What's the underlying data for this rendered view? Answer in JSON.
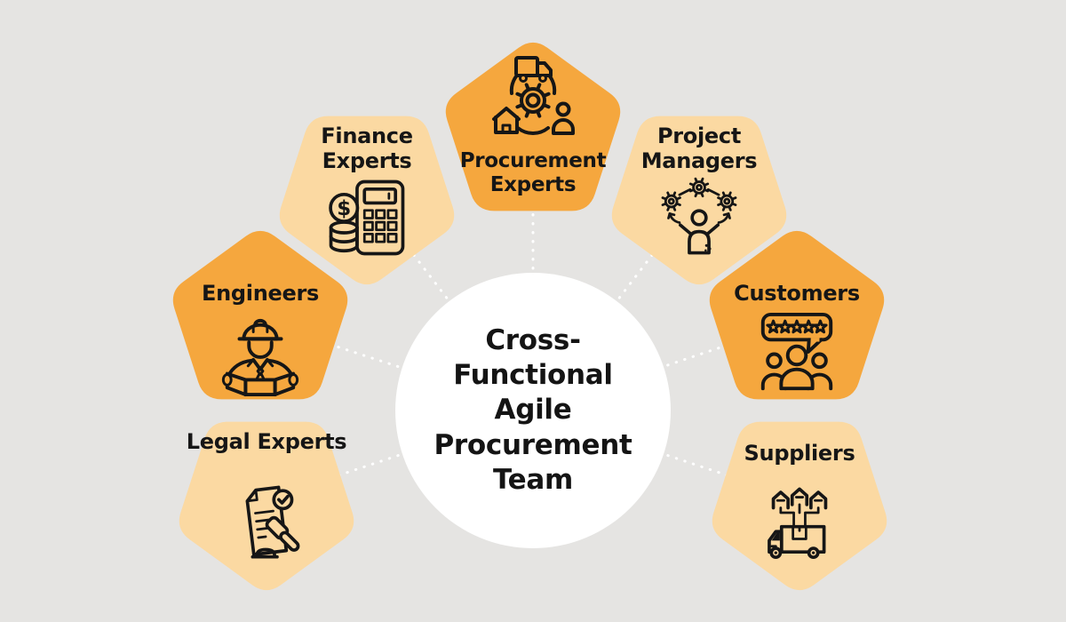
{
  "center": {
    "title_lines": {
      "l1": "Cross-",
      "l2": "Functional",
      "l3": "Agile",
      "l4": "Procurement",
      "l5": "Team"
    }
  },
  "nodes": {
    "finance": {
      "label": "Finance Experts",
      "icon": "calculator-coins-icon",
      "tone": "light"
    },
    "procurement": {
      "label": "Procurement Experts",
      "icon": "supply-chain-cycle-icon",
      "tone": "dark"
    },
    "project_managers": {
      "label": "Project Managers",
      "icon": "person-juggling-gears-icon",
      "tone": "light"
    },
    "engineers": {
      "label": "Engineers",
      "icon": "engineer-blueprint-icon",
      "tone": "dark"
    },
    "customers": {
      "label": "Customers",
      "icon": "customer-rating-stars-icon",
      "tone": "dark"
    },
    "legal": {
      "label": "Legal Experts",
      "icon": "contract-gavel-icon",
      "tone": "light"
    },
    "suppliers": {
      "label": "Suppliers",
      "icon": "supplier-delivery-truck-icon",
      "tone": "light"
    }
  },
  "colors": {
    "background": "#E5E4E2",
    "pentagon_light": "#FBD9A2",
    "pentagon_dark": "#F5A73E",
    "icon_stroke": "#161616",
    "text": "#141414",
    "center_circle": "#FFFFFF",
    "connector_dots": "#FFFFFF"
  }
}
